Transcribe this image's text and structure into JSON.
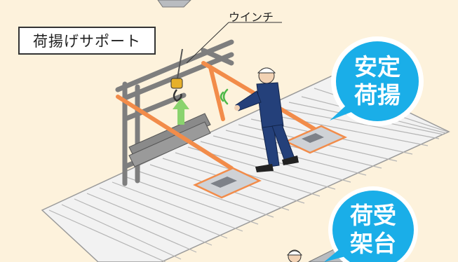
{
  "title_box": {
    "text": "荷揚げサポート"
  },
  "winch_label": "ウインチ",
  "badge_top": {
    "line1": "安定",
    "line2": "荷揚",
    "color": "#1aaee8"
  },
  "badge_bottom": {
    "line1": "荷受",
    "line2": "架台",
    "color": "#1aaee8"
  },
  "colors": {
    "background": "#fdf2dc",
    "frame": "#8d8d8d",
    "highlight": "#f28c4a",
    "roof": "#f2f2f2",
    "worker": "#24407a",
    "arrow": "#8ad36e"
  }
}
